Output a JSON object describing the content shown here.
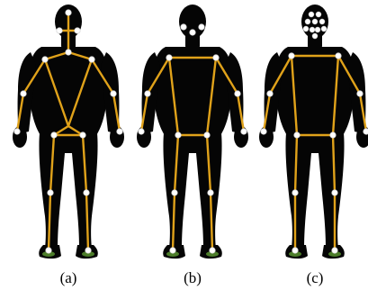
{
  "captions": [
    "(a)",
    "(b)",
    "(c)"
  ],
  "colors": {
    "silhouette": "#050505",
    "bone": "#e0a21a",
    "joint": "#ffffff",
    "shoe_accent": "#4c7d2a",
    "background": "#ffffff"
  }
}
